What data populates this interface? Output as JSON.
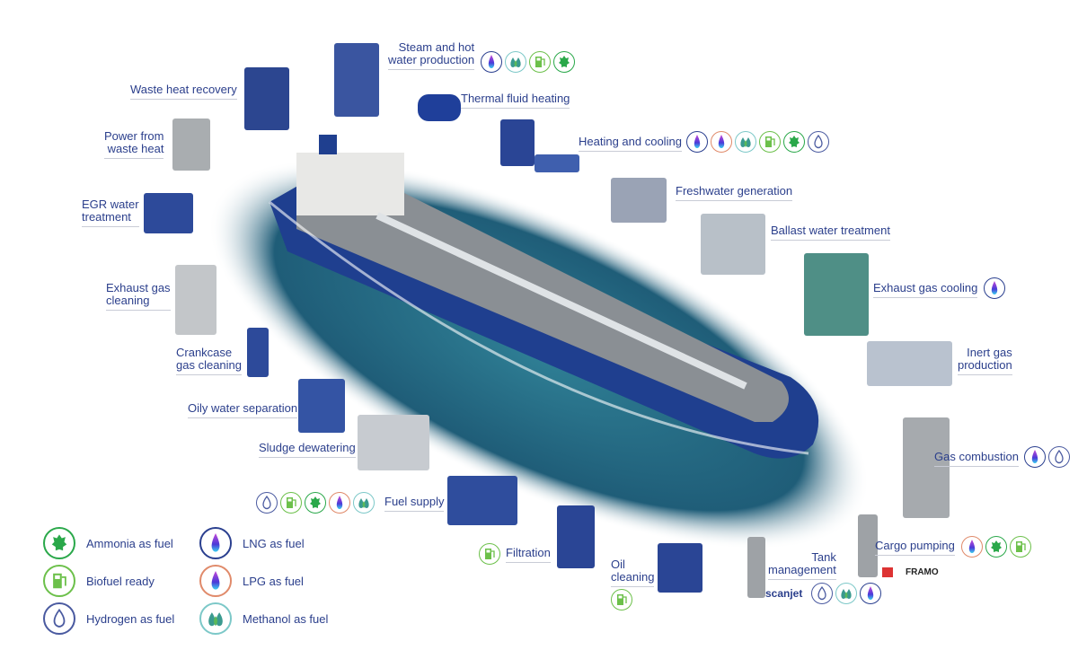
{
  "fuel_types": {
    "ammonia": {
      "label": "Ammonia as fuel",
      "color": "#2aa84a",
      "icon": "leaf-icon"
    },
    "biofuel": {
      "label": "Biofuel ready",
      "color": "#6cc04a",
      "icon": "fuel-pump-icon"
    },
    "hydrogen": {
      "label": "Hydrogen as fuel",
      "color": "#4a5aa0",
      "icon": "water-drop-icon"
    },
    "lng": {
      "label": "LNG as fuel",
      "color": "#2a3f8f",
      "icon": "flame-icon"
    },
    "lpg": {
      "label": "LPG as fuel",
      "color": "#e08a6a",
      "icon": "flame-icon"
    },
    "methanol": {
      "label": "Methanol as fuel",
      "color": "#7cc8c8",
      "icon": "twin-drop-icon"
    }
  },
  "applications": {
    "steam": {
      "label": "Steam and hot\nwater production",
      "fuels": [
        "lng",
        "methanol",
        "biofuel",
        "ammonia"
      ]
    },
    "waste_heat_recovery": {
      "label": "Waste heat recovery",
      "fuels": []
    },
    "thermal_fluid": {
      "label": "Thermal fluid heating",
      "fuels": []
    },
    "power_waste_heat": {
      "label": "Power from\nwaste heat",
      "fuels": []
    },
    "heating_cooling": {
      "label": "Heating and cooling",
      "fuels": [
        "lng",
        "lpg",
        "methanol",
        "biofuel",
        "ammonia",
        "hydrogen"
      ]
    },
    "egr": {
      "label": "EGR water\ntreatment",
      "fuels": []
    },
    "freshwater": {
      "label": "Freshwater generation",
      "fuels": []
    },
    "ballast": {
      "label": "Ballast water treatment",
      "fuels": []
    },
    "exhaust_cleaning": {
      "label": "Exhaust gas\ncleaning",
      "fuels": []
    },
    "exhaust_cooling": {
      "label": "Exhaust gas cooling",
      "fuels": [
        "lng"
      ]
    },
    "crankcase": {
      "label": "Crankcase\ngas cleaning",
      "fuels": []
    },
    "inert_gas": {
      "label": "Inert gas\nproduction",
      "fuels": []
    },
    "oily_water": {
      "label": "Oily water separation",
      "fuels": []
    },
    "sludge": {
      "label": "Sludge dewatering",
      "fuels": []
    },
    "gas_combustion": {
      "label": "Gas combustion",
      "fuels": [
        "lng",
        "hydrogen"
      ]
    },
    "fuel_supply": {
      "label": "Fuel supply",
      "fuels": [
        "hydrogen",
        "biofuel",
        "ammonia",
        "lpg",
        "methanol"
      ]
    },
    "filtration": {
      "label": "Filtration",
      "fuels": [
        "biofuel"
      ]
    },
    "oil_cleaning": {
      "label": "Oil\ncleaning",
      "fuels": [
        "biofuel"
      ]
    },
    "tank_management": {
      "label": "Tank\nmanagement",
      "fuels": [
        "hydrogen",
        "methanol",
        "lng"
      ]
    },
    "cargo_pumping": {
      "label": "Cargo pumping",
      "fuels": [
        "lpg",
        "ammonia",
        "biofuel"
      ]
    }
  },
  "logos": {
    "scanjet": "scanjet",
    "framo": "FRAMO"
  },
  "legend": [
    "ammonia",
    "biofuel",
    "hydrogen",
    "lng",
    "lpg",
    "methanol"
  ]
}
